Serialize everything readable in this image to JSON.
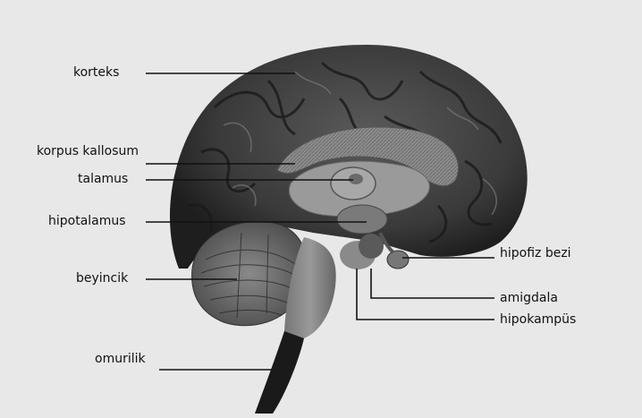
{
  "labels": {
    "korteks": "korteks",
    "korpus_kallosum": "korpus kallosum",
    "talamus": "talamus",
    "hipotalamus": "hipotalamus",
    "beyincik": "beyincik",
    "omurilik": "omurilik",
    "hipofiz_bezi": "hipofiz bezi",
    "amigdala": "amigdala",
    "hipokampus": "hipokampüs"
  }
}
